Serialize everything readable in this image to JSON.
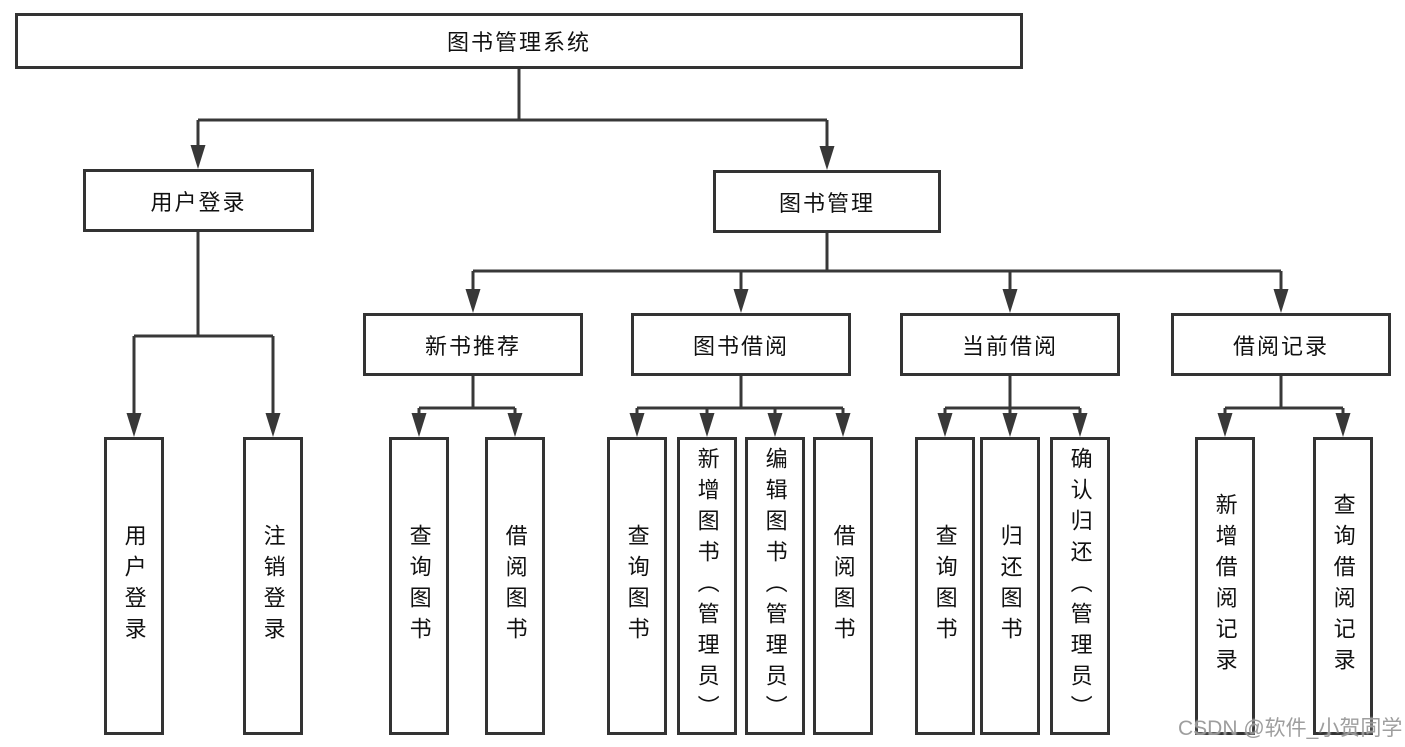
{
  "colors": {
    "line": "#383838",
    "box_border": "#333333",
    "text": "#111111",
    "background": "#ffffff",
    "watermark_gray": "#969696"
  },
  "watermark": {
    "text": "CSDN @软件_小贺同学"
  },
  "tree": {
    "root": {
      "label": "图书管理系统",
      "children": [
        {
          "label": "用户登录",
          "children": [
            {
              "label": "用户登录"
            },
            {
              "label": "注销登录"
            }
          ]
        },
        {
          "label": "图书管理",
          "children": [
            {
              "label": "新书推荐",
              "children": [
                {
                  "label": "查询图书"
                },
                {
                  "label": "借阅图书"
                }
              ]
            },
            {
              "label": "图书借阅",
              "children": [
                {
                  "label": "查询图书"
                },
                {
                  "label": "新增图书（管理员）"
                },
                {
                  "label": "编辑图书（管理员）"
                },
                {
                  "label": "借阅图书"
                }
              ]
            },
            {
              "label": "当前借阅",
              "children": [
                {
                  "label": "查询图书"
                },
                {
                  "label": "归还图书"
                },
                {
                  "label": "确认归还（管理员）"
                }
              ]
            },
            {
              "label": "借阅记录",
              "children": [
                {
                  "label": "新增借阅记录"
                },
                {
                  "label": "查询借阅记录"
                }
              ]
            }
          ]
        }
      ]
    }
  }
}
